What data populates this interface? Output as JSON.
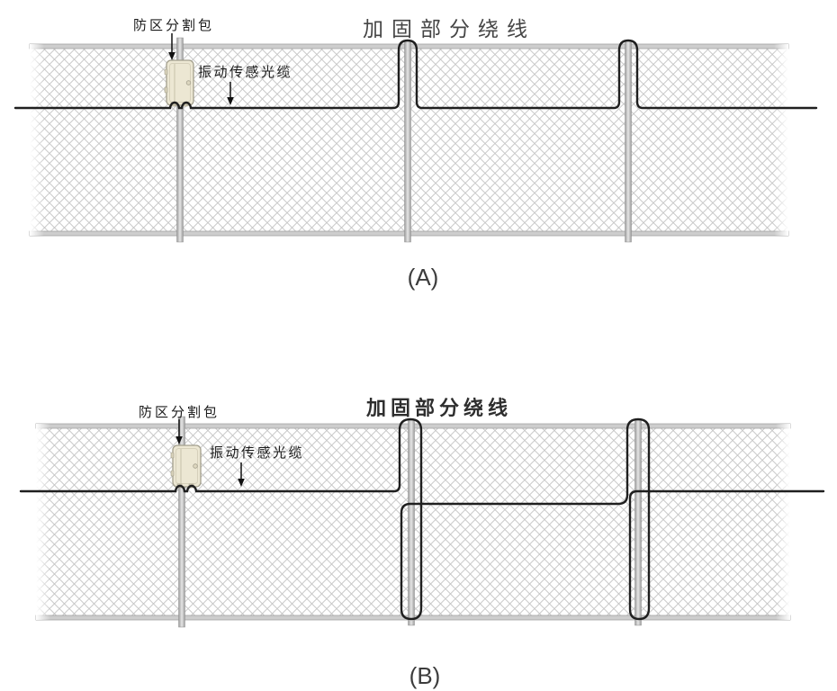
{
  "figure": {
    "description": "Perimeter fence fiber-optic intrusion sensor installation diagram, two winding methods",
    "panels": [
      {
        "id": "A",
        "tag": "(A)",
        "heading": "加固部分绕线",
        "labels": {
          "zone_box": "防区分割包",
          "sensing_cable": "振动传感光缆"
        }
      },
      {
        "id": "B",
        "tag": "(B)",
        "heading": "加固部分绕线",
        "labels": {
          "zone_box": "防区分割包",
          "sensing_cable": "振动传感光缆"
        }
      }
    ]
  },
  "colors": {
    "background": "#ffffff",
    "cable": "#1f1f1f",
    "mesh_wire": "#c6c6c6",
    "rail_fill": "#cdcdcd",
    "rail_edge": "#a2a2a2",
    "post_edge": "#9c9c9c",
    "post_center": "#e6e6e6",
    "box_fill": "#ece7d3",
    "box_border": "#a39f8d",
    "box_detail": "#d6d0ba",
    "label_text": "#1c1c1c",
    "heading_a_text": "#454545",
    "heading_b_text": "#2e2e2e",
    "tag_text": "#3c3c3c"
  }
}
